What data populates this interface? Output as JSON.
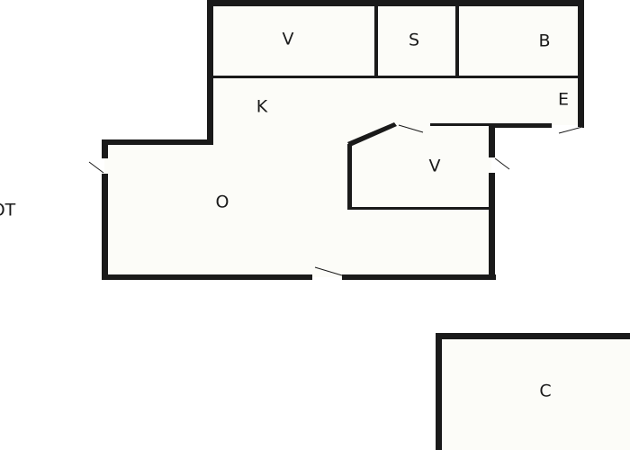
{
  "colors": {
    "wall": "#1a1a1a",
    "floor": "#fcfcf8",
    "background": "#ffffff"
  },
  "rooms": [
    {
      "id": "v-top",
      "label": "V"
    },
    {
      "id": "s",
      "label": "S"
    },
    {
      "id": "b",
      "label": "B"
    },
    {
      "id": "k",
      "label": "K"
    },
    {
      "id": "e",
      "label": "E"
    },
    {
      "id": "v-inner",
      "label": "V"
    },
    {
      "id": "o",
      "label": "O"
    },
    {
      "id": "ot",
      "label": "OT"
    },
    {
      "id": "c",
      "label": "C"
    }
  ]
}
